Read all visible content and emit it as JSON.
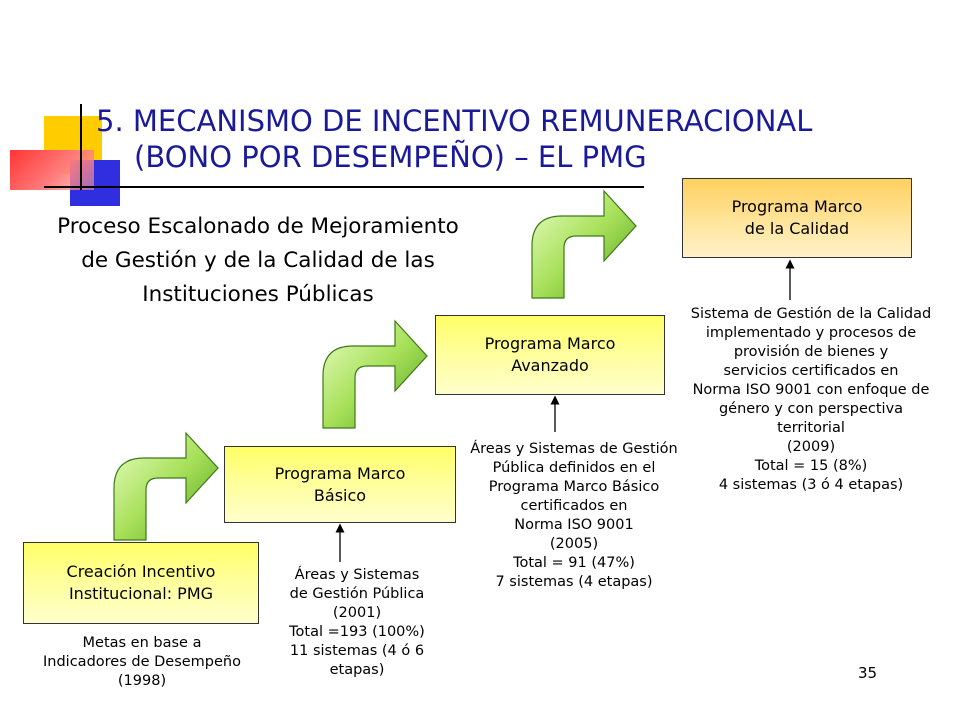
{
  "slide": {
    "title_line1": "5. MECANISMO DE INCENTIVO REMUNERACIONAL",
    "title_line2": "(BONO POR DESEMPEÑO) – EL PMG",
    "subtitle": "Proceso Escalonado de Mejoramiento\nde Gestión y de la Calidad de las\nInstituciones Públicas",
    "page_number": "35"
  },
  "boxes": {
    "incentivo": "Creación Incentivo\nInstitucional: PMG",
    "basico": "Programa Marco\nBásico",
    "avanzado": "Programa Marco\nAvanzado",
    "calidad": "Programa Marco\nde la Calidad"
  },
  "notes": {
    "incentivo": "Metas en base a\nIndicadores de Desempeño\n(1998)",
    "basico": "Áreas y Sistemas\nde Gestión Pública\n(2001)\nTotal =193 (100%)\n11 sistemas (4 ó 6\netapas)",
    "avanzado": "Áreas y Sistemas de Gestión\nPública definidos en el\nPrograma Marco Básico\ncertificados en\nNorma ISO 9001\n(2005)\nTotal = 91 (47%)\n7 sistemas (4 etapas)",
    "calidad": "Sistema de Gestión de la Calidad\nimplementado y procesos de\nprovisión de bienes y\nservicios certificados en\nNorma ISO 9001 con enfoque de\ngénero y con perspectiva\nterritorial\n(2009)\nTotal = 15 (8%)\n4 sistemas (3 ó 4 etapas)"
  },
  "colors": {
    "title": "#1a1a99",
    "box_yellow": "#ffff99",
    "box_orange": "#ffd060",
    "arrow_green": "#8ccf3c",
    "logo_yellow": "#ffcc00",
    "logo_blue": "#2f2fe0",
    "logo_red": "#ff3333"
  }
}
